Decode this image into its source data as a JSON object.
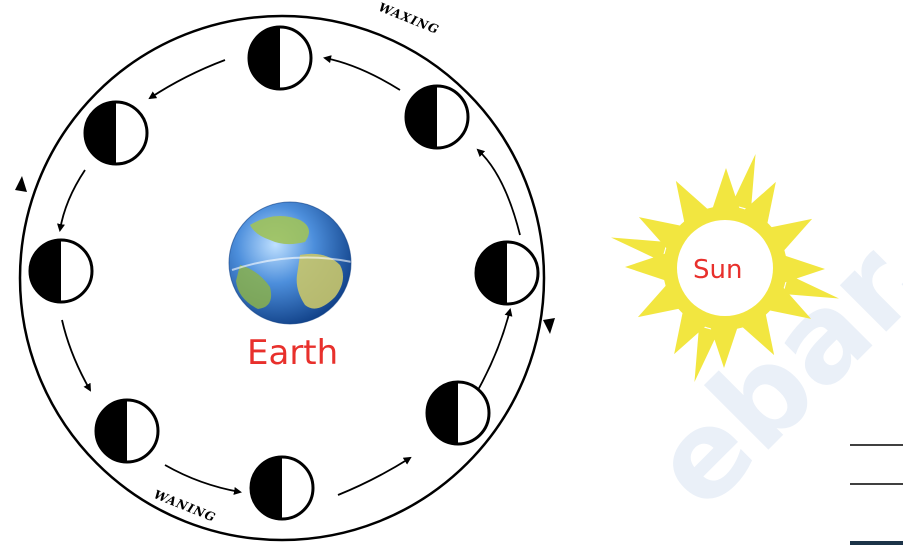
{
  "labels": {
    "earth": "Earth",
    "sun": "Sun",
    "waxing": "WAXING",
    "waning": "WANING"
  },
  "watermark": "ebar.es",
  "colors": {
    "label_red": "#e8302c",
    "sun_yellow": "#f2e640",
    "ocean_blue": "#3a7fd0",
    "land_green": "#9ec25a",
    "watermark": "#eaf0f8",
    "outline": "#000000"
  },
  "icons": {
    "earth": "earth-globe-icon",
    "sun": "sun-icon",
    "moon": "half-moon-icon"
  }
}
